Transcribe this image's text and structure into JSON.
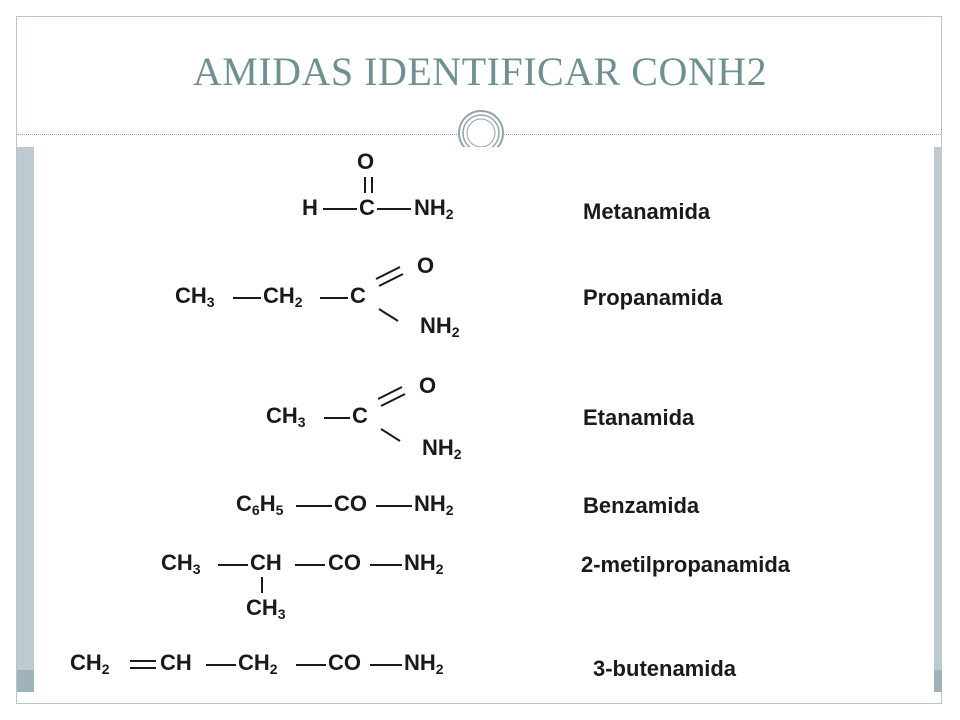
{
  "slide": {
    "title": "AMIDAS  IDENTIFICAR CONH2"
  },
  "compounds": [
    {
      "name": "Metanamida"
    },
    {
      "name": "Propanamida"
    },
    {
      "name": "Etanamida"
    },
    {
      "name": "Benzamida"
    },
    {
      "name": "2-metilpropanamida"
    },
    {
      "name": "3-butenamida"
    }
  ],
  "atoms": {
    "O": "O",
    "H": "H",
    "C": "C",
    "NH": "NH",
    "CH": "CH",
    "CO": "CO",
    "C6H5_C": "C",
    "C6H5_H": "H",
    "sub_2": "2",
    "sub_3": "3",
    "sub_5": "5",
    "sub_6": "6"
  },
  "colors": {
    "title": "#6e9093",
    "frame": "#b9c7cd",
    "band": "#bdcbd1",
    "band_bottom": "#9fb4b8"
  }
}
